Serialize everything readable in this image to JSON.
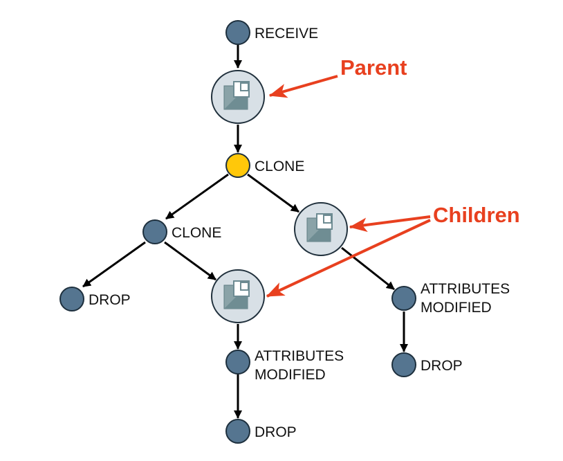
{
  "colors": {
    "event_node": "#557590",
    "clone_node": "#ffc80a",
    "flowfile_node_fill": "#d8e0e6",
    "annotation": "#e8401f",
    "edge": "#000000"
  },
  "nodes": {
    "receive": {
      "label": "RECEIVE",
      "kind": "event"
    },
    "parent": {
      "kind": "flowfile",
      "icon": "flowfile-icon"
    },
    "clone_1": {
      "label": "CLONE",
      "kind": "clone"
    },
    "clone_2": {
      "label": "CLONE",
      "kind": "event"
    },
    "child_right": {
      "kind": "flowfile",
      "icon": "flowfile-icon"
    },
    "drop_left": {
      "label": "DROP",
      "kind": "event"
    },
    "child_middle": {
      "kind": "flowfile",
      "icon": "flowfile-icon"
    },
    "attr_right": {
      "label_line1": "ATTRIBUTES",
      "label_line2": "MODIFIED",
      "kind": "event"
    },
    "drop_right": {
      "label": "DROP",
      "kind": "event"
    },
    "attr_middle": {
      "label_line1": "ATTRIBUTES",
      "label_line2": "MODIFIED",
      "kind": "event"
    },
    "drop_bottom": {
      "label": "DROP",
      "kind": "event"
    }
  },
  "annotations": {
    "parent": "Parent",
    "children": "Children"
  }
}
